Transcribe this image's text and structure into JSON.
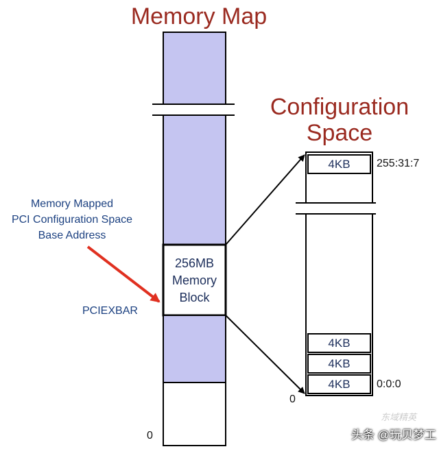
{
  "titles": {
    "memory_map": "Memory Map",
    "config_space_line1": "Configuration",
    "config_space_line2": "Space"
  },
  "memory_map": {
    "block_label_lines": [
      "256MB",
      "Memory",
      "Block"
    ],
    "bottom_address": "0",
    "pciexbar_label": "PCIEXBAR"
  },
  "annotation": {
    "lines": [
      "Memory Mapped",
      "PCI Configuration Space",
      "Base  Address"
    ]
  },
  "config_space": {
    "top_box": "4KB",
    "top_address": "255:31:7",
    "bottom_boxes": [
      "4KB",
      "4KB",
      "4KB"
    ],
    "bottom_box_address": "0:0:0",
    "bottom_address": "0"
  },
  "watermark": {
    "main": "头条 @玩贝梦工",
    "faint": "东域精英"
  },
  "colors": {
    "title": "#9a2a20",
    "label": "#1b4080",
    "fill": "#c5c5f1",
    "arrow": "#e03020",
    "line": "#000000"
  }
}
